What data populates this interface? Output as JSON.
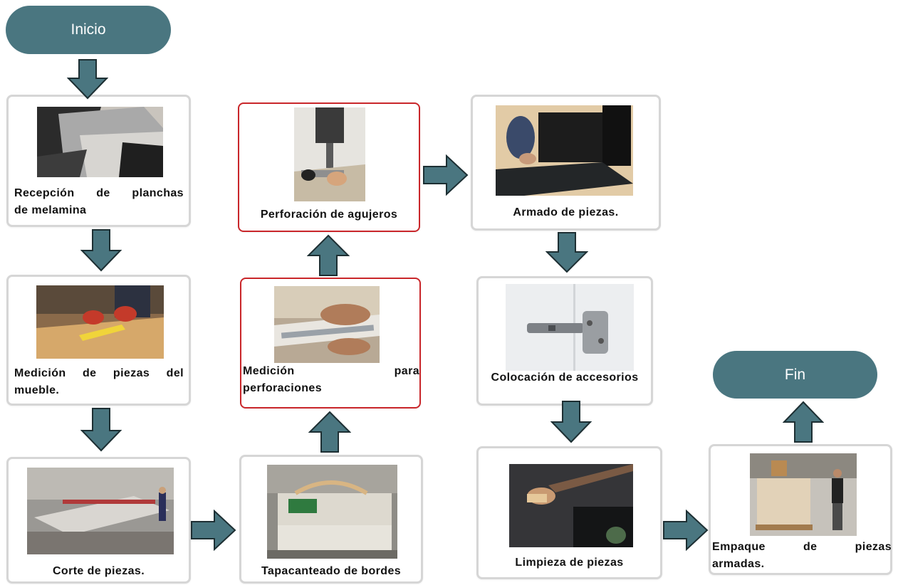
{
  "terminals": {
    "start": "Inicio",
    "end": "Fin"
  },
  "steps": {
    "recepcion": "Recepción de planchas de melamina",
    "recepcion_line1": "Recepción de planchas",
    "recepcion_line2": "de melamina",
    "medicion_piezas_line1": "Medición de piezas del",
    "medicion_piezas_line2": "mueble.",
    "corte": "Corte de piezas.",
    "tapacanteado": "Tapacanteado de bordes",
    "medicion_perf_line1": "Medición para",
    "medicion_perf_line2": "perforaciones",
    "perforacion": "Perforación de agujeros",
    "armado": "Armado de piezas.",
    "colocacion": "Colocación de accesorios",
    "limpieza": "Limpieza de piezas",
    "empaque_line1": "Empaque de piezas",
    "empaque_line2": "armadas."
  },
  "colors": {
    "terminal_fill": "#4a7680",
    "arrow_fill": "#4a7680",
    "arrow_stroke": "#1d2f33",
    "box_border": "#d6d6d6",
    "highlight_border": "#c9262a"
  },
  "arrows": [
    {
      "from": "Inicio",
      "to": "Recepción de planchas de melamina",
      "direction": "down"
    },
    {
      "from": "Recepción de planchas de melamina",
      "to": "Medición de piezas del mueble.",
      "direction": "down"
    },
    {
      "from": "Medición de piezas del mueble.",
      "to": "Corte de piezas.",
      "direction": "down"
    },
    {
      "from": "Corte de piezas.",
      "to": "Tapacanteado de bordes",
      "direction": "right"
    },
    {
      "from": "Tapacanteado de bordes",
      "to": "Medición para perforaciones",
      "direction": "up"
    },
    {
      "from": "Medición para perforaciones",
      "to": "Perforación de agujeros",
      "direction": "up"
    },
    {
      "from": "Perforación de agujeros",
      "to": "Armado de piezas.",
      "direction": "right"
    },
    {
      "from": "Armado de piezas.",
      "to": "Colocación de accesorios",
      "direction": "down"
    },
    {
      "from": "Colocación de accesorios",
      "to": "Limpieza de piezas",
      "direction": "down"
    },
    {
      "from": "Limpieza de piezas",
      "to": "Empaque de piezas armadas.",
      "direction": "right"
    },
    {
      "from": "Empaque de piezas armadas.",
      "to": "Fin",
      "direction": "up"
    }
  ]
}
